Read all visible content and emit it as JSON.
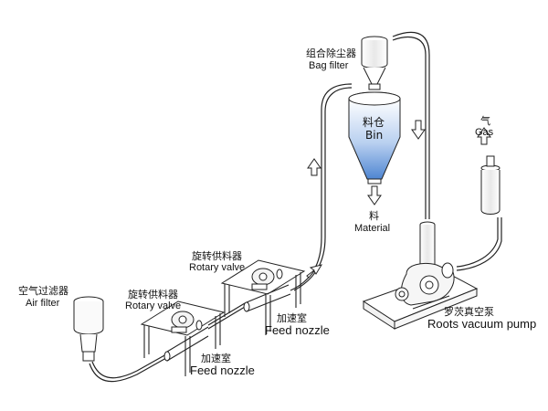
{
  "labels": {
    "bag_filter_cn": "组合除尘器",
    "bag_filter_en": "Bag filter",
    "bin_cn": "料仓",
    "bin_en": "Bin",
    "material_cn": "料",
    "material_en": "Material",
    "gas_cn": "气",
    "gas_en": "Gas",
    "rotary_valve_1_cn": "旋转供料器",
    "rotary_valve_1_en": "Rotary valve",
    "rotary_valve_2_cn": "旋转供料器",
    "rotary_valve_2_en": "Rotary valve",
    "air_filter_cn": "空气过滤器",
    "air_filter_en": "Air filter",
    "feed_nozzle_1_cn": "加速室",
    "feed_nozzle_1_en": "Feed nozzle",
    "feed_nozzle_2_cn": "加速室",
    "feed_nozzle_2_en": "Feed nozzle",
    "roots_pump_cn": "罗茨真空泵",
    "roots_pump_en": "Roots vacuum pump"
  },
  "colors": {
    "bin_fill_top": "#ffffff",
    "bin_fill_bottom": "#5b8fd6",
    "line": "#222222"
  }
}
